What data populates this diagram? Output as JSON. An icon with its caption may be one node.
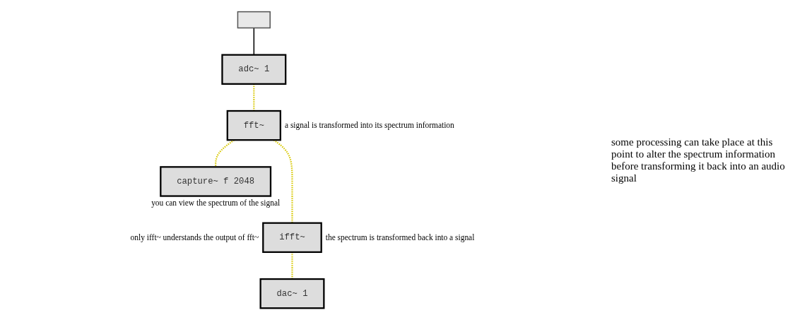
{
  "diagram": {
    "nodes": [
      {
        "text": [],
        "shape": "box"
      },
      {
        "text": [
          "adc~ 1"
        ]
      },
      {
        "text": [
          "fft~"
        ],
        "beside": [
          "a signal is transformed into its spectrum information"
        ]
      },
      {
        "text": [
          "capture~ f 2048"
        ],
        "beside": [
          "you can view the spectrum of the signal"
        ]
      },
      {
        "text": [
          "ifft~"
        ],
        "beside": [
          "only ifft~ understands the output of fft~",
          "the spectrum is transformed back into a signal"
        ]
      },
      {
        "text": [
          "dac~ 1"
        ]
      }
    ],
    "edges": [
      {
        "from": 0,
        "to": 1,
        "arrow": "none",
        "color": "#000000"
      },
      {
        "from": 1,
        "to": 2,
        "arrow": "none",
        "style": "dashed",
        "color": "#d8c800"
      },
      {
        "from": 2,
        "to": 3,
        "arrow": "none",
        "style": "dashed",
        "color": "#d8c800"
      },
      {
        "from": 2,
        "to": 4,
        "arrow": "none",
        "style": "dashed",
        "color": "#d8c800"
      },
      {
        "from": 4,
        "to": 5,
        "arrow": "none",
        "style": "dashed",
        "color": "#d8c800"
      }
    ],
    "labels": [
      "some processing can take place at this point to alter the spectrum information before transforming it back into an audio signal"
    ]
  }
}
